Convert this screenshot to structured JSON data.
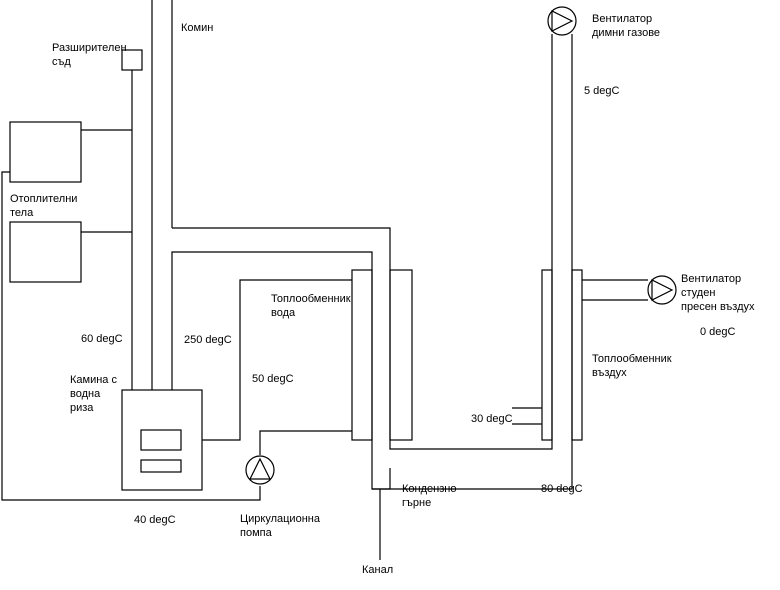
{
  "labels": {
    "expansion_vessel": [
      "Разширителен",
      "съд"
    ],
    "chimney": "Комин",
    "radiators": [
      "Отоплителни",
      "тела"
    ],
    "t_60": "60 degC",
    "t_250": "250 degC",
    "t_50": "50 degC",
    "t_40": "40 degC",
    "fireplace": [
      "Камина с",
      "водна",
      "риза"
    ],
    "water_hx": [
      "Топлообменник",
      "вода"
    ],
    "circ_pump": [
      "Циркулационна",
      "помпа"
    ],
    "condensate_pot": [
      "Кондензно",
      "гърне"
    ],
    "drain": "Канал",
    "flue_fan": [
      "Вентилатор",
      "димни газове"
    ],
    "t_5": "5 degC",
    "air_fan": [
      "Вентилатор",
      "студен",
      "пресен въздух"
    ],
    "t_0": "0 degC",
    "air_hx": [
      "Топлообменник",
      "въздух"
    ],
    "t_30": "30 degC",
    "t_80": "80 degC"
  },
  "colors": {
    "line": "#000000",
    "background": "#ffffff"
  },
  "icons": [
    "pump-icon",
    "fan-icon"
  ]
}
